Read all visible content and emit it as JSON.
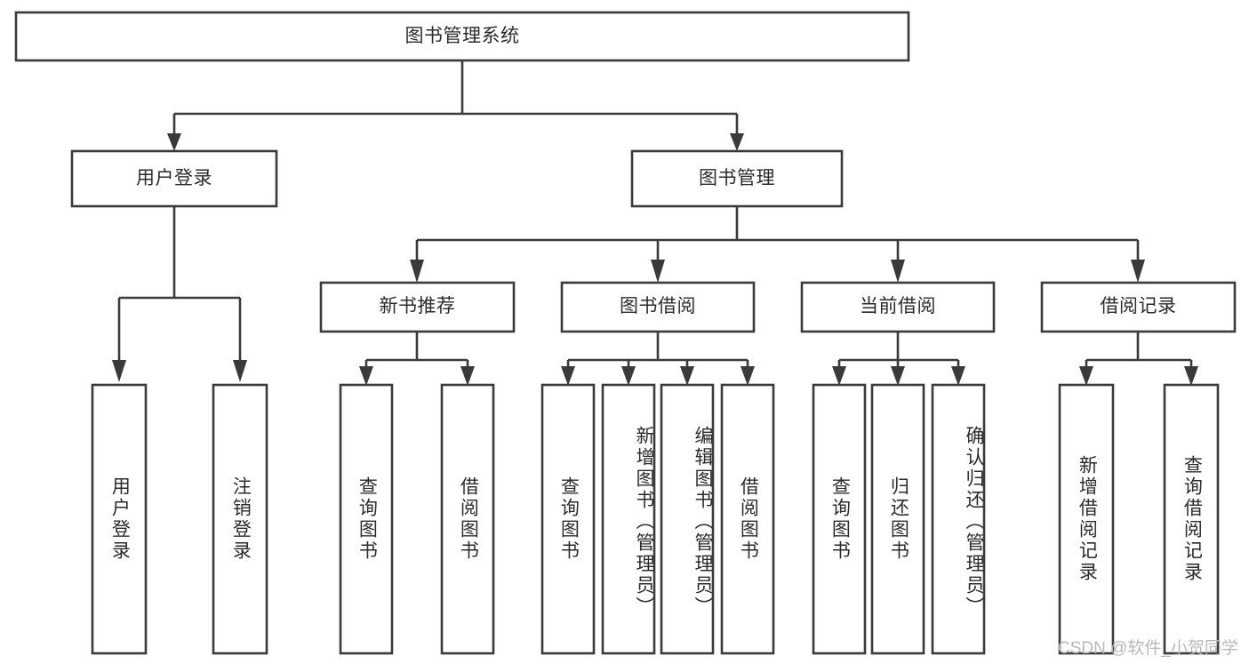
{
  "diagram": {
    "type": "hierarchy-tree",
    "title": "图书管理系统",
    "root": {
      "label": "图书管理系统"
    },
    "level2": [
      {
        "label": "用户登录"
      },
      {
        "label": "图书管理"
      }
    ],
    "level3": [
      {
        "label": "新书推荐"
      },
      {
        "label": "图书借阅"
      },
      {
        "label": "当前借阅"
      },
      {
        "label": "借阅记录"
      }
    ],
    "leaves": {
      "user_login": [
        {
          "label": "用户登录"
        },
        {
          "label": "注销登录"
        }
      ],
      "new_book_recommend": [
        {
          "label": "查询图书"
        },
        {
          "label": "借阅图书"
        }
      ],
      "book_borrow": [
        {
          "label": "查询图书"
        },
        {
          "label": "新增图书（管理员）"
        },
        {
          "label": "编辑图书（管理员）"
        },
        {
          "label": "借阅图书"
        }
      ],
      "current_borrow": [
        {
          "label": "查询图书"
        },
        {
          "label": "归还图书"
        },
        {
          "label": "确认归还（管理员）"
        }
      ],
      "borrow_record": [
        {
          "label": "新增借阅记录"
        },
        {
          "label": "查询借阅记录"
        }
      ]
    }
  },
  "watermark": {
    "text": "CSDN @软件_小贺同学"
  },
  "colors": {
    "stroke": "#3a3a3a",
    "box_fill": "#ffffff",
    "text": "#2b2b2b",
    "watermark": "#b9b9b9",
    "background": "#ffffff"
  }
}
